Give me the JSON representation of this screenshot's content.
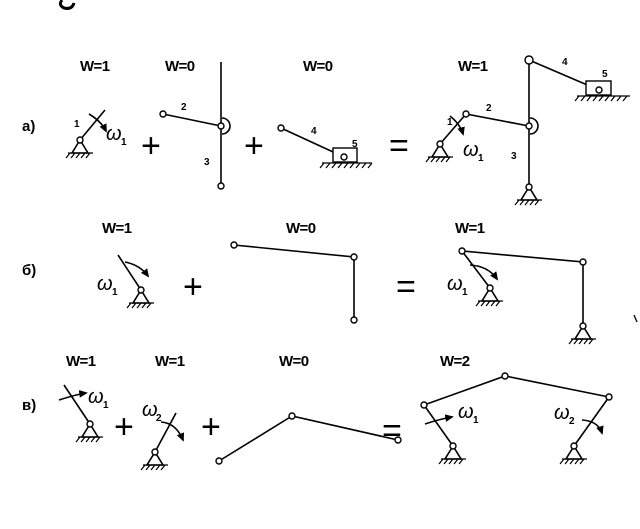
{
  "rows": [
    {
      "label": "а)",
      "groups": [
        {
          "w": "W=1",
          "parts": [
            {
              "id": "a1",
              "omega": "1",
              "links": [
                "1"
              ]
            }
          ]
        },
        {
          "w": "W=0",
          "parts": [
            {
              "id": "a2",
              "links": [
                "2",
                "3"
              ]
            }
          ]
        },
        {
          "w": "W=0",
          "parts": [
            {
              "id": "a3",
              "links": [
                "4",
                "5"
              ]
            }
          ]
        },
        {
          "w": "W=1",
          "parts": [
            {
              "id": "a4",
              "omega": "1",
              "links": [
                "1",
                "2",
                "3",
                "4",
                "5"
              ]
            }
          ]
        }
      ],
      "operators": [
        "+",
        "+",
        "="
      ]
    },
    {
      "label": "б)",
      "groups": [
        {
          "w": "W=1",
          "parts": [
            {
              "id": "b1",
              "omega": "1"
            }
          ]
        },
        {
          "w": "W=0",
          "parts": [
            {
              "id": "b2"
            }
          ]
        },
        {
          "w": "W=1",
          "parts": [
            {
              "id": "b3",
              "omega": "1"
            }
          ]
        }
      ],
      "operators": [
        "+",
        "="
      ]
    },
    {
      "label": "в)",
      "groups": [
        {
          "w": "W=1",
          "parts": [
            {
              "id": "c1",
              "omega": "1"
            }
          ]
        },
        {
          "w": "W=1",
          "parts": [
            {
              "id": "c2",
              "omega": "2"
            }
          ]
        },
        {
          "w": "W=0",
          "parts": [
            {
              "id": "c3"
            }
          ]
        },
        {
          "w": "W=2",
          "parts": [
            {
              "id": "c4",
              "omegas": [
                "1",
                "2"
              ]
            }
          ]
        }
      ],
      "operators": [
        "+",
        "+",
        "="
      ]
    }
  ],
  "omega_symbol": "ω"
}
